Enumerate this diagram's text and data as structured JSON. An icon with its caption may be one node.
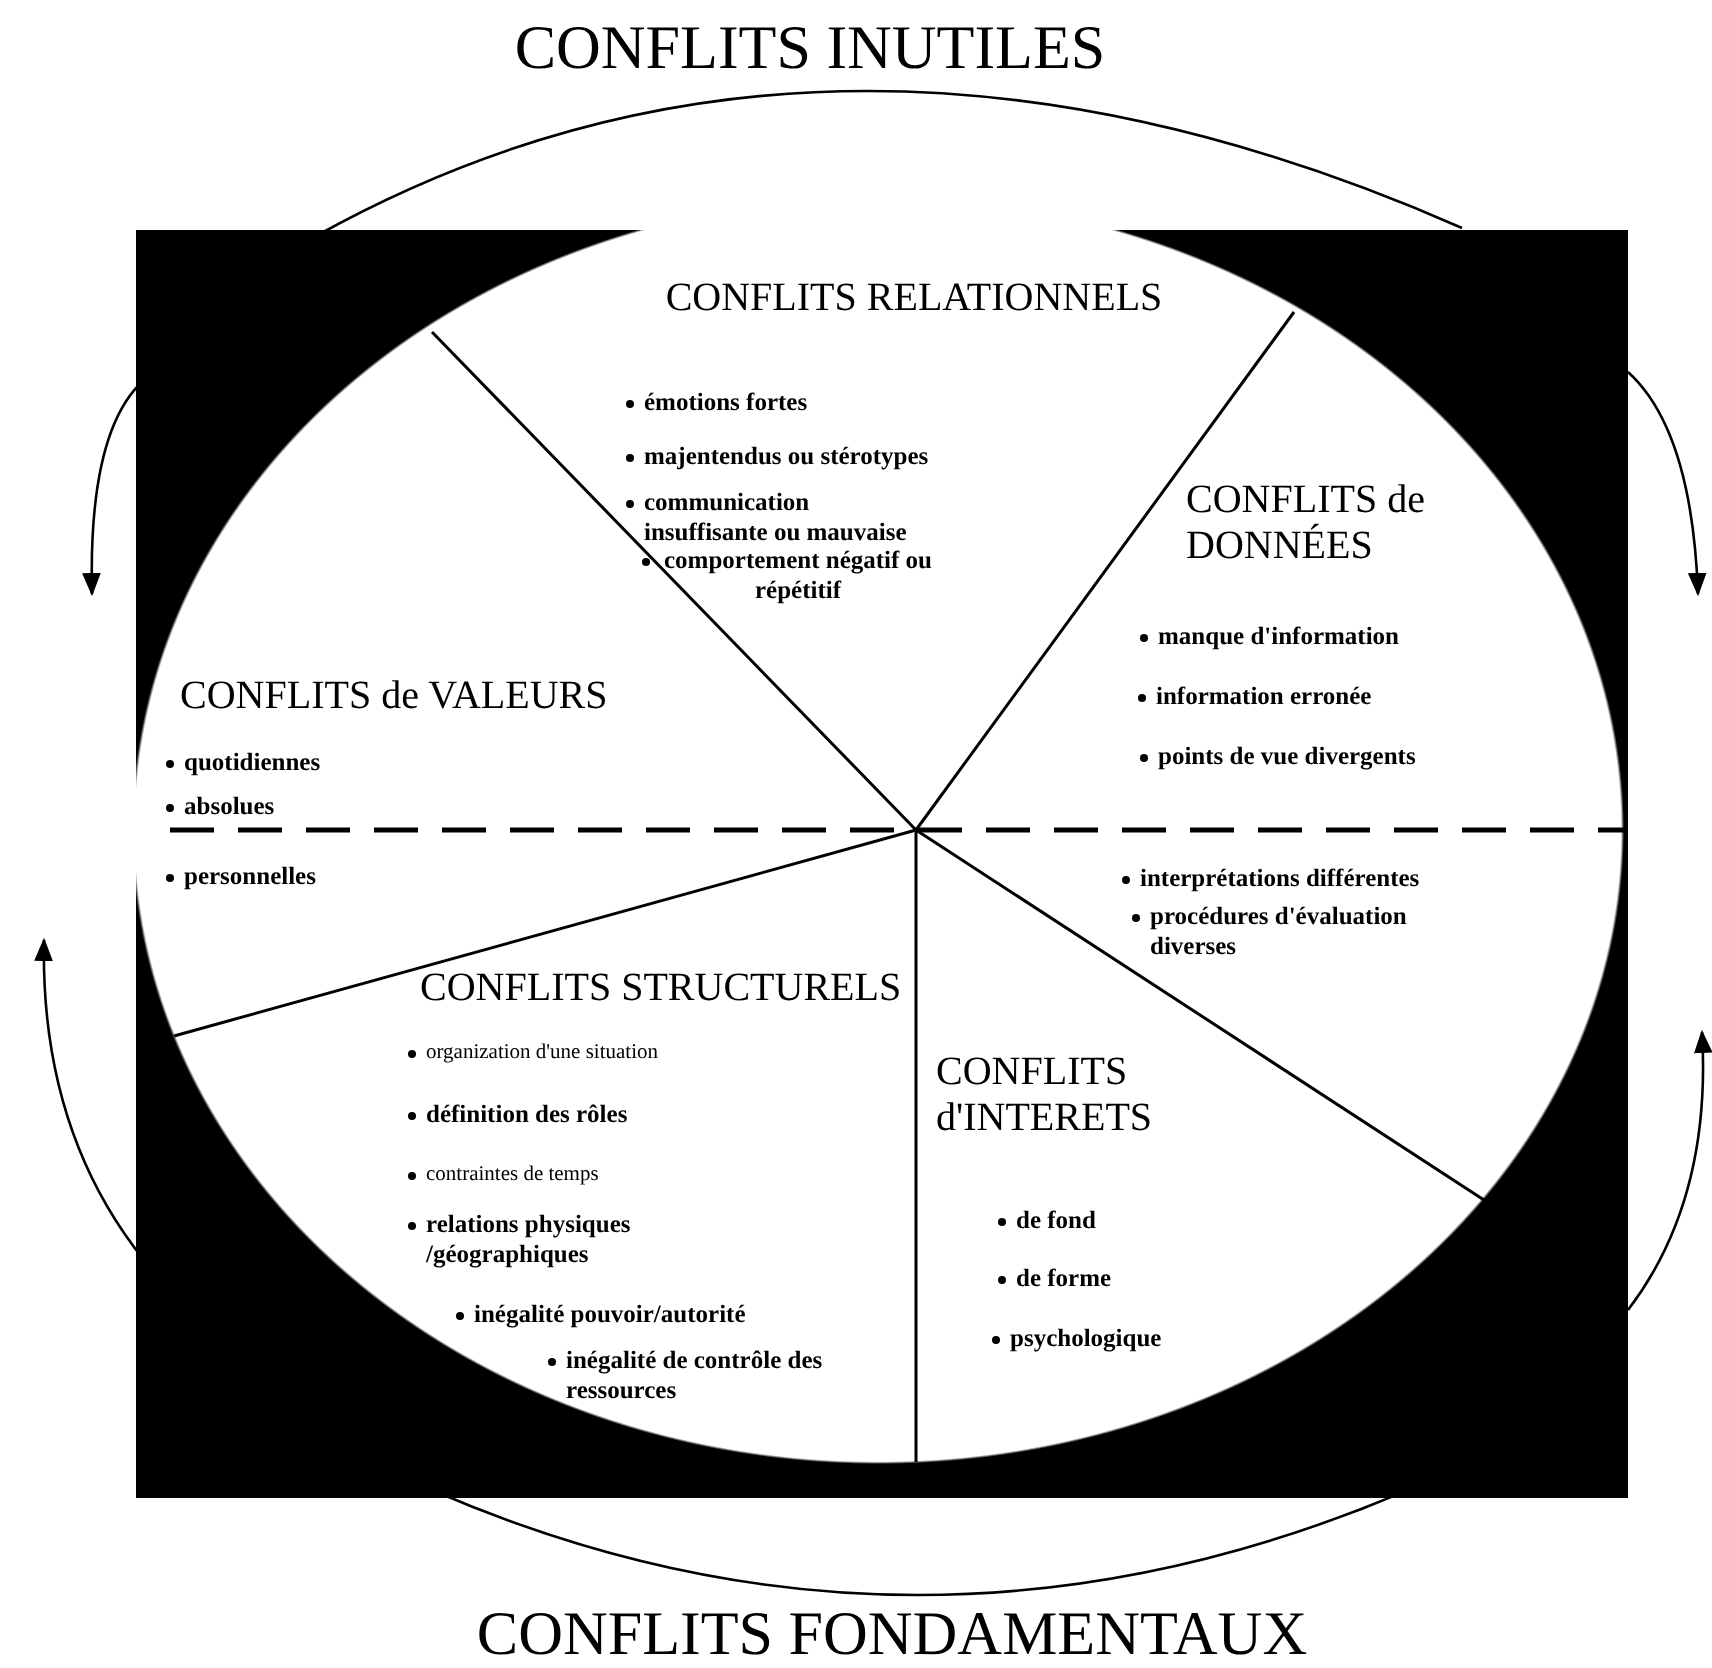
{
  "diagram": {
    "title": "CONFLITS INUTILES",
    "caption": "CONFLITS FONDAMENTAUX",
    "nodes": [
      {
        "text": [],
        "shape": "circle"
      },
      {
        "text": [
          "CONFLITS RELATIONNELS",
          "émotions fortes",
          "majentendus ou stérotypes",
          "communication insuffisante ou mauvaise",
          "comportement négatif ou répétitif"
        ],
        "in": 0
      },
      {
        "text": [
          "CONFLITS de DONNÉES",
          "manque d'information",
          "information erronée",
          "points de vue divergents",
          "interprétations différentes",
          "procédures d'évaluation diverses"
        ],
        "in": 0
      },
      {
        "text": [
          "CONFLITS de VALEURS",
          "quotidiennes",
          "absolues",
          "personnelles"
        ],
        "in": 0
      },
      {
        "text": [
          "CONFLITS STRUCTURELS",
          "organization d'une situation",
          "définition des rôles",
          "contraintes de temps",
          "relations physiques /géographiques",
          "inégalité pouvoir/autorité",
          "inégalité de contrôle des ressources"
        ],
        "in": 0
      },
      {
        "text": [
          "CONFLITS d'INTERETS",
          "de fond",
          "de forme",
          "psychologique"
        ],
        "in": 0
      }
    ]
  }
}
